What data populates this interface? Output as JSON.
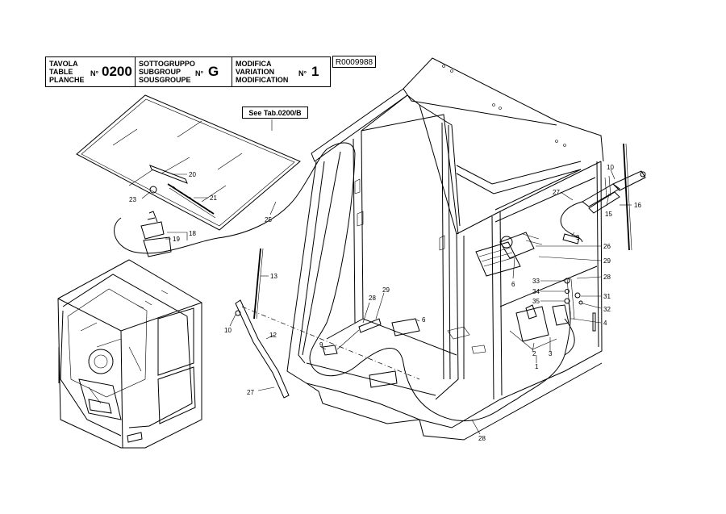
{
  "title_block": {
    "table_labels": [
      "TAVOLA",
      "TABLE",
      "PLANCHE"
    ],
    "table_no_label": "N°",
    "table_no": "0200",
    "subgroup_labels": [
      "SOTTOGRUPPO",
      "SUBGROUP",
      "SOUSGROUPE"
    ],
    "subgroup_no_label": "N°",
    "subgroup_no": "G",
    "variation_labels": [
      "MODIFICA",
      "VARIATION",
      "MODIFICATION"
    ],
    "variation_no_label": "N°",
    "variation_no": "1"
  },
  "reference_code": "R0009988",
  "see_reference": "See Tab.0200/B",
  "callouts": {
    "c20": "20",
    "c21": "21",
    "c23": "23",
    "c25": "25",
    "c18": "18",
    "c19": "19",
    "c13": "13",
    "c10a": "10",
    "c12": "12",
    "c27a": "27",
    "c28a": "28",
    "c29a": "29",
    "c9a": "9",
    "c6a": "6",
    "c10b": "10",
    "c27b": "27",
    "c15": "15",
    "c16": "16",
    "c9b": "9",
    "c26": "26",
    "c29b": "29",
    "c6b": "6",
    "c28b": "28",
    "c33": "33",
    "c34": "34",
    "c35": "35",
    "c31": "31",
    "c32": "32",
    "c4": "4",
    "c2": "2",
    "c3": "3",
    "c1": "1",
    "c28c": "28"
  }
}
